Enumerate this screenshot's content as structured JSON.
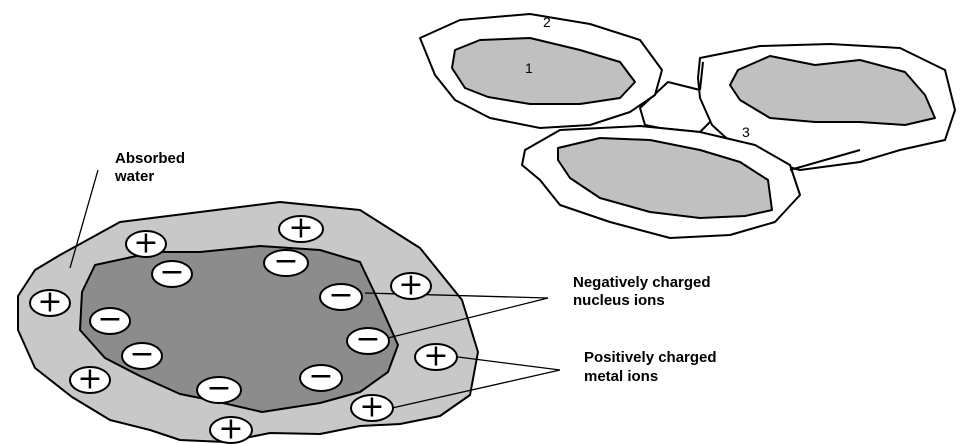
{
  "grain_labels": {
    "core": "1",
    "film": "2",
    "pore": "3"
  },
  "labels": {
    "absorbed_water": [
      "Absorbed",
      "water"
    ],
    "negative_ions": [
      "Negatively charged",
      "nucleus ions"
    ],
    "positive_ions": [
      "Positively charged",
      "metal ions"
    ]
  },
  "symbols": {
    "positive": "+",
    "negative": "−"
  },
  "colors": {
    "water_film": "#c8c8c8",
    "nucleus": "#8c8c8c",
    "grain_core": "#c0c0c0",
    "outline": "#000000",
    "ion_fill": "#ffffff"
  }
}
